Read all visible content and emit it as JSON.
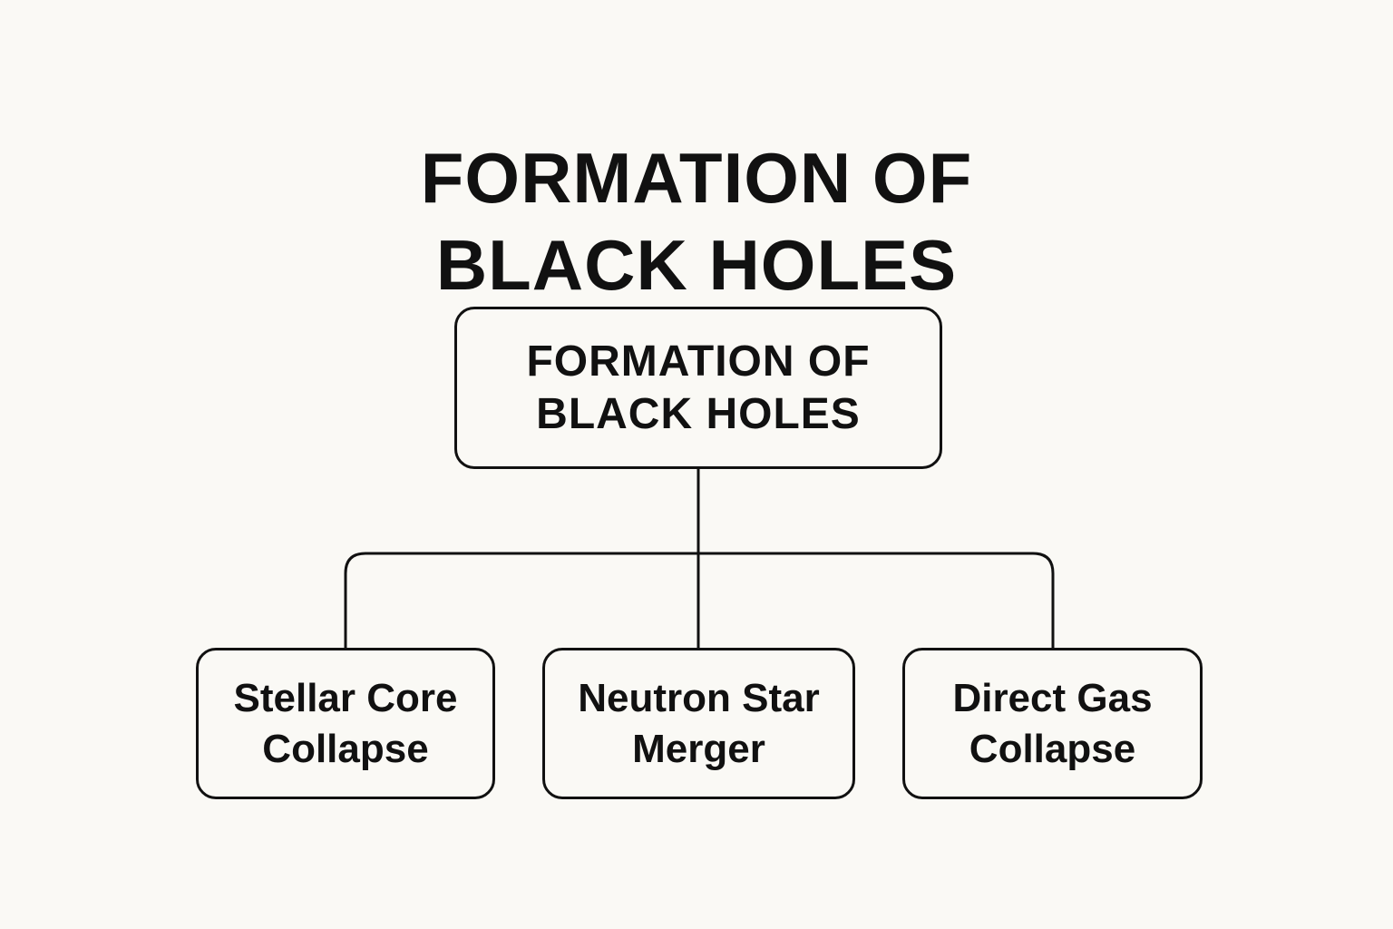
{
  "title": {
    "line1": "FORMATION OF",
    "line2": "BLACK HOLES"
  },
  "root": {
    "line1": "FORMATION OF",
    "line2": "BLACK HOLES"
  },
  "children": [
    {
      "line1": "Stellar Core",
      "line2": "Collapse"
    },
    {
      "line1": "Neutron Star",
      "line2": "Merger"
    },
    {
      "line1": "Direct Gas",
      "line2": "Collapse"
    }
  ],
  "colors": {
    "background": "#faf9f5",
    "stroke": "#111111",
    "text": "#111111"
  }
}
